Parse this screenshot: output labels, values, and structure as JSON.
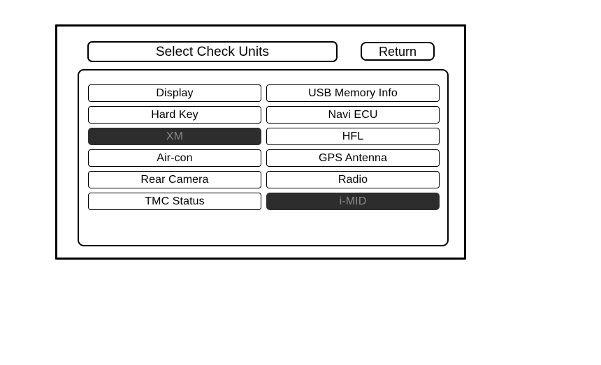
{
  "screen": {
    "title": "Select Check Units",
    "return_label": "Return"
  },
  "colors": {
    "frame_border": "#000000",
    "background": "#ffffff",
    "button_border": "#000000",
    "disabled_fill": "#2d2d2d",
    "disabled_text": "#8a8a8a",
    "text": "#000000"
  },
  "units": {
    "columns": 2,
    "rows": 6,
    "items": [
      {
        "label": "Display",
        "column": "left",
        "row": 1,
        "state": "enabled"
      },
      {
        "label": "USB Memory Info",
        "column": "right",
        "row": 1,
        "state": "enabled"
      },
      {
        "label": "Hard Key",
        "column": "left",
        "row": 2,
        "state": "enabled"
      },
      {
        "label": "Navi ECU",
        "column": "right",
        "row": 2,
        "state": "enabled"
      },
      {
        "label": "XM",
        "column": "left",
        "row": 3,
        "state": "disabled"
      },
      {
        "label": "HFL",
        "column": "right",
        "row": 3,
        "state": "enabled"
      },
      {
        "label": "Air-con",
        "column": "left",
        "row": 4,
        "state": "enabled"
      },
      {
        "label": "GPS Antenna",
        "column": "right",
        "row": 4,
        "state": "enabled"
      },
      {
        "label": "Rear Camera",
        "column": "left",
        "row": 5,
        "state": "enabled"
      },
      {
        "label": "Radio",
        "column": "right",
        "row": 5,
        "state": "enabled"
      },
      {
        "label": "TMC Status",
        "column": "left",
        "row": 6,
        "state": "enabled"
      },
      {
        "label": "i-MID",
        "column": "right",
        "row": 6,
        "state": "disabled"
      }
    ]
  }
}
